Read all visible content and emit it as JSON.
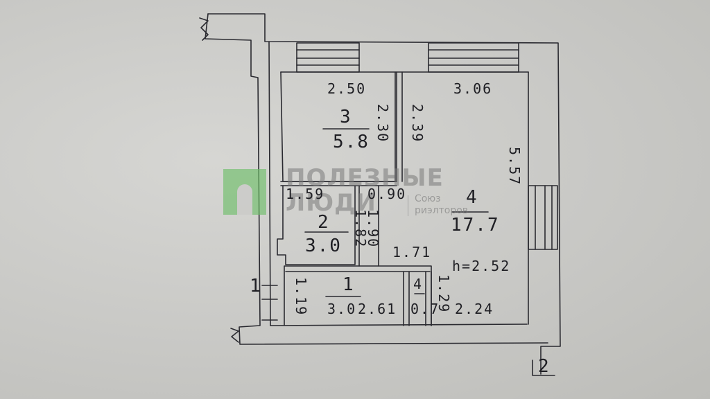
{
  "floor_plan": {
    "ceiling_height": "h=2.52",
    "section_marks": [
      "1",
      "2"
    ],
    "rooms": [
      {
        "number": "1",
        "area": "3.0"
      },
      {
        "number": "2",
        "area": "3.0"
      },
      {
        "number": "3",
        "area": "5.8"
      },
      {
        "number": "4",
        "area": "17.7"
      },
      {
        "number": "4",
        "area": "0.7"
      }
    ],
    "dimensions": {
      "room3_width": "2.50",
      "room3_height": "2.30",
      "room4_width": "3.06",
      "room4_height": "5.57",
      "corridor_height": "2.39",
      "room2_width": "1.59",
      "room2_height": "1.82",
      "corridor_width": "0.90",
      "corridor_height2": "1.90",
      "room1_top_width": "1.71",
      "room1_height": "1.19",
      "room1_width": "2.61",
      "closet_height": "1.29",
      "lower_right_width": "2.24"
    }
  },
  "watermark": {
    "title_line1": "ПОЛЕЗНЫЕ",
    "title_line2": "ЛЮДИ",
    "subtitle_line1": "Союз",
    "subtitle_line2": "риэлторов"
  }
}
